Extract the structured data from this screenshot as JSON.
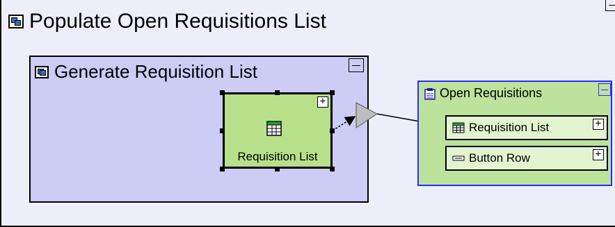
{
  "outer": {
    "title": "Populate Open Requisitions List",
    "icon": "diagram-icon",
    "collapse_symbol": "−"
  },
  "generate": {
    "title": "Generate Requisition List",
    "icon": "diagram-icon",
    "node": {
      "label": "Requisition List",
      "icon": "table-icon",
      "expand_symbol": "+"
    }
  },
  "open": {
    "title": "Open Requisitions",
    "icon": "form-icon",
    "items": [
      {
        "label": "Requisition List",
        "icon": "table-icon",
        "expand_symbol": "+"
      },
      {
        "label": "Button Row",
        "icon": "button-row-icon",
        "expand_symbol": "+"
      }
    ]
  },
  "colors": {
    "outer_bg": "#eeeefb",
    "generate_bg": "#ccccf5",
    "node_bg": "#b8e08a",
    "open_bg": "#bde29c",
    "open_border": "#2b2bff"
  }
}
